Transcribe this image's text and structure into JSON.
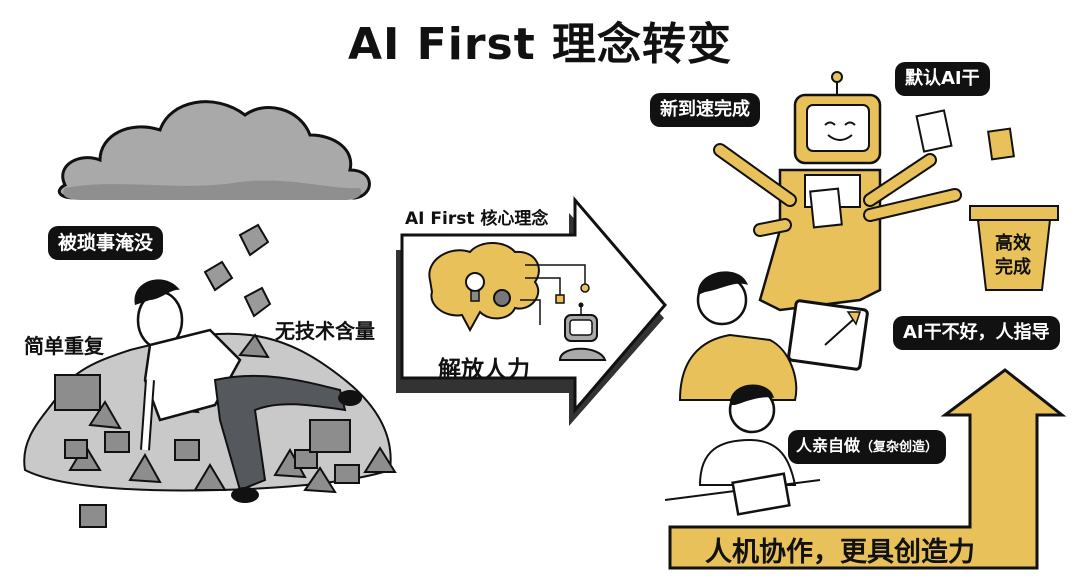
{
  "title": "AI First 理念转变",
  "colors": {
    "gold": "#E8C15A",
    "gray_cloud": "#A9A9A9",
    "dark": "#111111",
    "pants": "#55595E"
  },
  "left_panel": {
    "bubble": "被琐事淹没",
    "label_left": "简单重复",
    "label_right": "无技术含量"
  },
  "middle_panel": {
    "arrow_title": "AI First 核心理念",
    "arrow_caption": "解放人力"
  },
  "right_panel": {
    "bubble_fast": "新到速完成",
    "bubble_default": "默认AI干",
    "bin_label_line1": "高效",
    "bin_label_line2": "完成",
    "bubble_guide": "AI干不好，人指导",
    "bubble_self": "人亲自做",
    "bubble_self_note": "（复杂创造）",
    "bottom_banner": "人机协作，更具创造力"
  }
}
